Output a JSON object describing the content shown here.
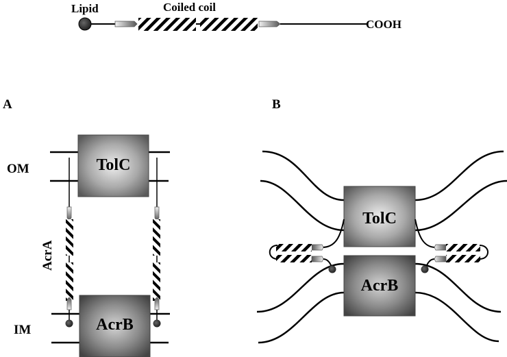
{
  "domain_structure": {
    "labels": {
      "lipid": "Lipid",
      "coiled_coil": "Coiled coil",
      "cooh": "COOH"
    }
  },
  "panel_a": {
    "label": "A",
    "om_label": "OM",
    "im_label": "IM",
    "acra_label": "AcrA",
    "tolc_label": "TolC",
    "acrb_label": "AcrB"
  },
  "panel_b": {
    "label": "B",
    "tolc_label": "TolC",
    "acrb_label": "AcrB"
  },
  "colors": {
    "line": "#000000",
    "box_center": "#e6e6e6",
    "box_edge": "#555555",
    "lipid": "#333333"
  }
}
